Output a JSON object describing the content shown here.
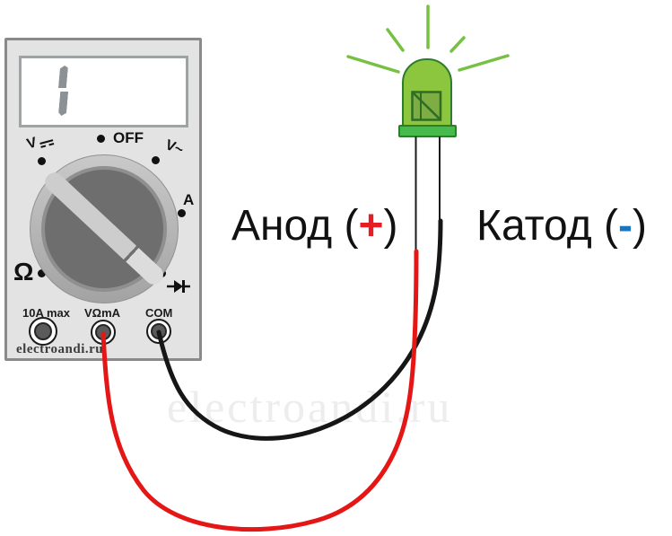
{
  "colors": {
    "wire-red": "#e51616",
    "wire-black": "#161616",
    "led-green": "#8cc63e",
    "led-green-dark": "#2d7d2d",
    "led-flange": "#46bb4c",
    "led-inner": "#7dad43",
    "ray-green": "#76c043",
    "plus-red": "#e31e24",
    "minus-blue": "#1b75bc",
    "meter-body": "#e3e3e3",
    "meter-border": "#8a8a8a",
    "dial-dark": "#6e6e6e",
    "handle-gray": "#cdcdcd",
    "digit-gray": "#8c9196",
    "watermark-gray": "#ededed"
  },
  "meter": {
    "display": {
      "value": "1"
    },
    "dial": {
      "labels": {
        "dc_volts": "V",
        "off": "OFF",
        "ac_volts": "V~",
        "amps": "A",
        "ohms": "Ω"
      }
    },
    "jacks": {
      "j10a": "10A max",
      "vohm": "VΩmA",
      "com": "COM"
    },
    "brand": "electroandi.ru"
  },
  "labels": {
    "anode_text": "Анод (",
    "anode_sign": "+",
    "anode_close": ")",
    "cathode_text": "Катод (",
    "cathode_sign": "-",
    "cathode_close": ")"
  },
  "watermark": "electroandi.ru"
}
